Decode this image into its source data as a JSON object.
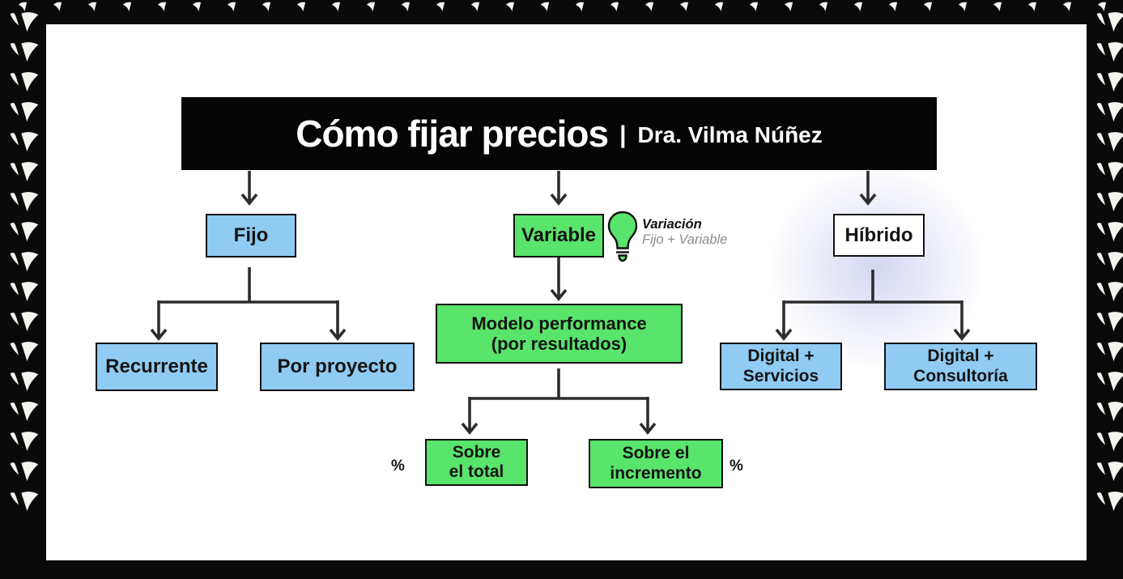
{
  "header": {
    "title": "Cómo fijar precios",
    "divider": "|",
    "author": "Dra. Vilma Núñez"
  },
  "nodes": {
    "fijo": {
      "label": "Fijo"
    },
    "variable": {
      "label": "Variable"
    },
    "hibrido": {
      "label": "Híbrido"
    },
    "recurrente": {
      "label": "Recurrente"
    },
    "por_proyecto": {
      "label": "Por proyecto"
    },
    "modelo_performance": {
      "lines": [
        "Modelo performance",
        "(por resultados)"
      ]
    },
    "sobre_el_total": {
      "lines": [
        "Sobre",
        "el total"
      ]
    },
    "sobre_el_incremento": {
      "lines": [
        "Sobre el",
        "incremento"
      ]
    },
    "digital_servicios": {
      "lines": [
        "Digital +",
        "Servicios"
      ]
    },
    "digital_consultoria": {
      "lines": [
        "Digital +",
        "Consultoría"
      ]
    }
  },
  "annotations": {
    "variacion": {
      "title": "Variación",
      "subtitle": "Fijo + Variable"
    },
    "percent_left": "%",
    "percent_right": "%"
  },
  "icons": {
    "bulb": "lightbulb-icon",
    "brand": "v7-brand-glyph"
  },
  "colors": {
    "frame_black": "#0A0A0A",
    "box_blue": "#8FCBF2",
    "box_green": "#59E46B",
    "connector": "#2D2D2D",
    "muted_text": "#8C8C8C",
    "glow": "#B0B6E6"
  }
}
